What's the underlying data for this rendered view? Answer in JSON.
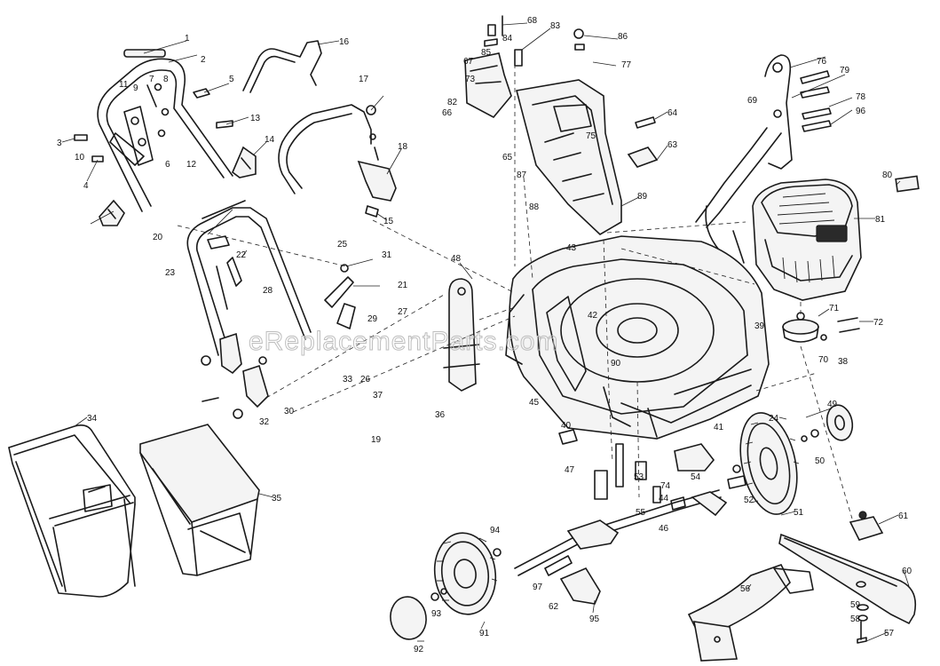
{
  "watermark": "eReplacementParts.com",
  "callouts": [
    "1",
    "2",
    "3",
    "4",
    "5",
    "6",
    "7",
    "8",
    "9",
    "10",
    "11",
    "12",
    "13",
    "14",
    "15",
    "16",
    "17",
    "18",
    "19",
    "20",
    "21",
    "22",
    "23",
    "24",
    "25",
    "26",
    "27",
    "28",
    "29",
    "30",
    "31",
    "32",
    "33",
    "34",
    "35",
    "36",
    "37",
    "38",
    "39",
    "40",
    "41",
    "42",
    "43",
    "44",
    "45",
    "46",
    "47",
    "48",
    "49",
    "50",
    "51",
    "52",
    "53",
    "54",
    "55",
    "56",
    "57",
    "58",
    "59",
    "60",
    "61",
    "62",
    "63",
    "64",
    "65",
    "66",
    "67",
    "68",
    "69",
    "70",
    "71",
    "72",
    "73",
    "74",
    "75",
    "76",
    "77",
    "78",
    "79",
    "80",
    "81",
    "82",
    "83",
    "84",
    "85",
    "86",
    "87",
    "88",
    "89",
    "90",
    "91",
    "92",
    "93",
    "94",
    "95",
    "96",
    "97"
  ]
}
